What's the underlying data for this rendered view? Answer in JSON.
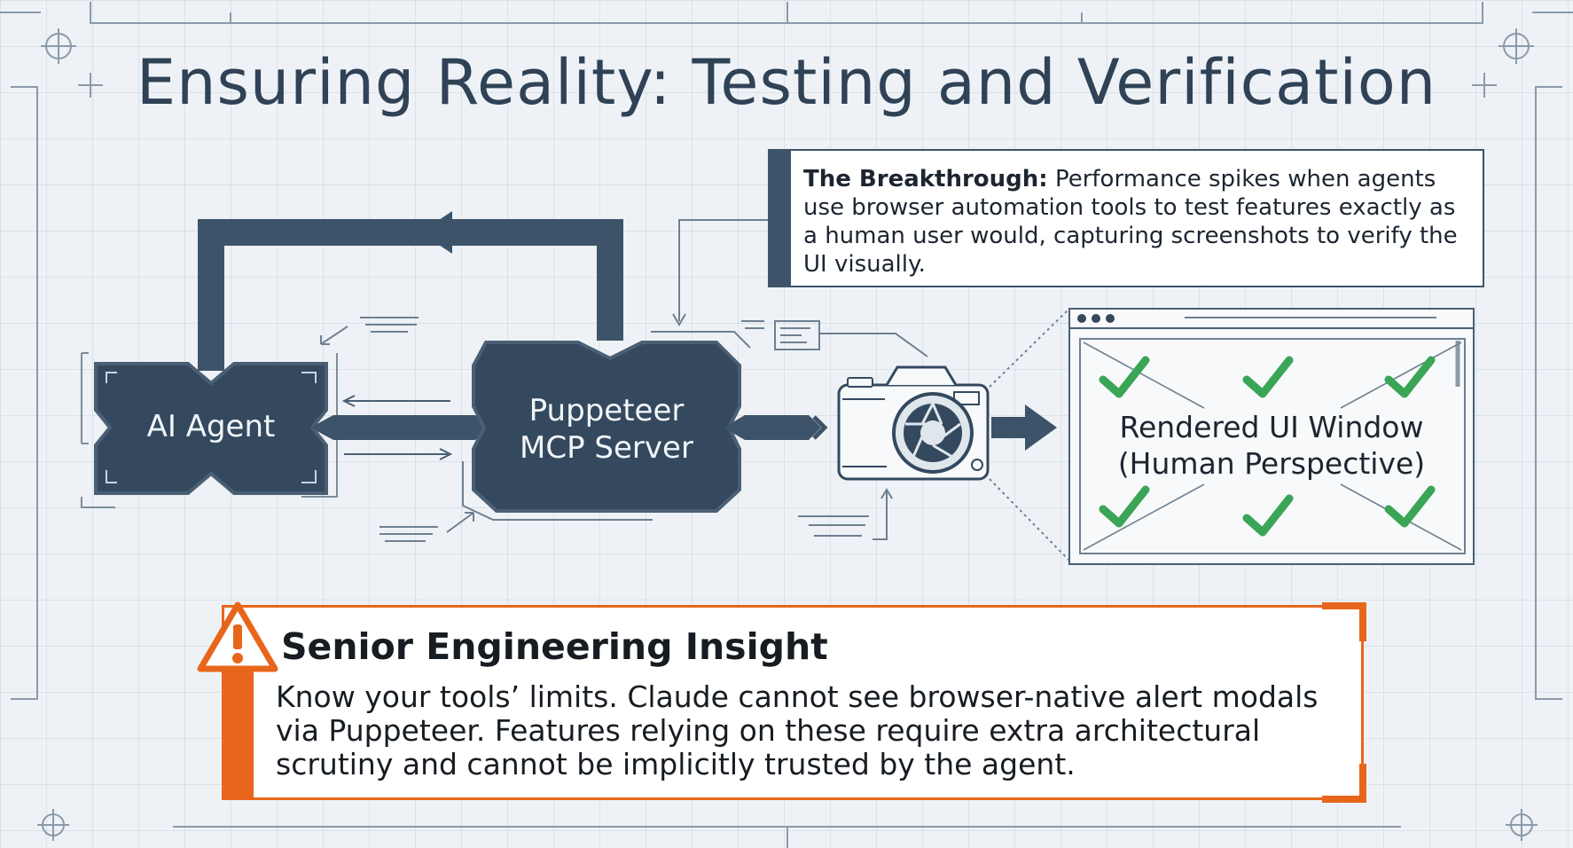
{
  "title": "Ensuring Reality: Testing and Verification",
  "callout": {
    "heading": "The Breakthrough:",
    "body": "Performance spikes when agents use browser automation tools to test features exactly as a human user would, capturing screenshots to verify the UI visually."
  },
  "nodes": {
    "agent": "AI Agent",
    "server_line1": "Puppeteer",
    "server_line2": "MCP Server",
    "ui_line1": "Rendered UI Window",
    "ui_line2": "(Human Perspective)"
  },
  "insight": {
    "title": "Senior Engineering Insight",
    "body": "Know your tools’ limits. Claude cannot see browser-native alert modals via Puppeteer. Features relying on these require extra architectural scrutiny and cannot be implicitly trusted by the agent."
  },
  "colors": {
    "navy": "#3d5369",
    "title": "#2f4256",
    "warning": "#e8661c",
    "check": "#3aa556"
  },
  "icons": [
    "camera-icon",
    "warning-icon",
    "checkmark-icon"
  ]
}
